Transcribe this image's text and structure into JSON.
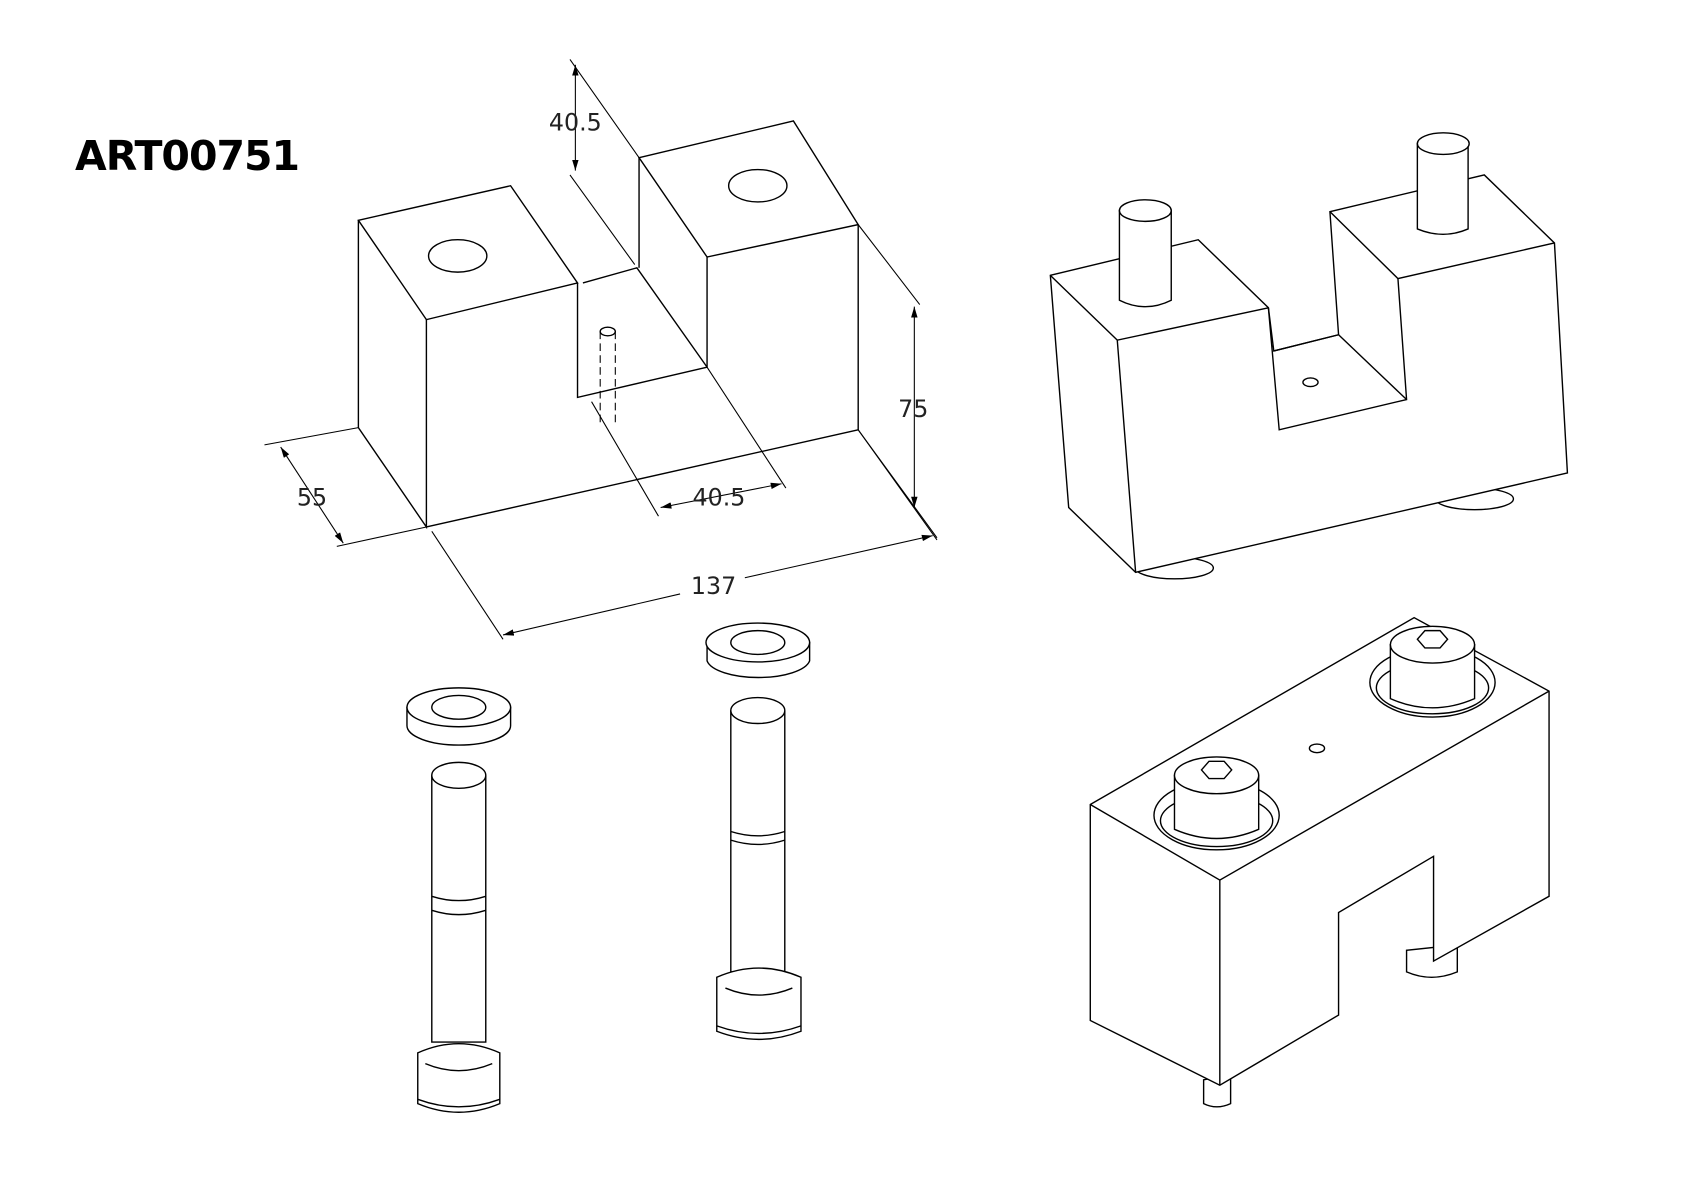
{
  "title": "ART00751",
  "dimensions": {
    "slot_depth": "40.5",
    "height": "75",
    "depth": "55",
    "slot_width": "40.5",
    "length": "137"
  }
}
